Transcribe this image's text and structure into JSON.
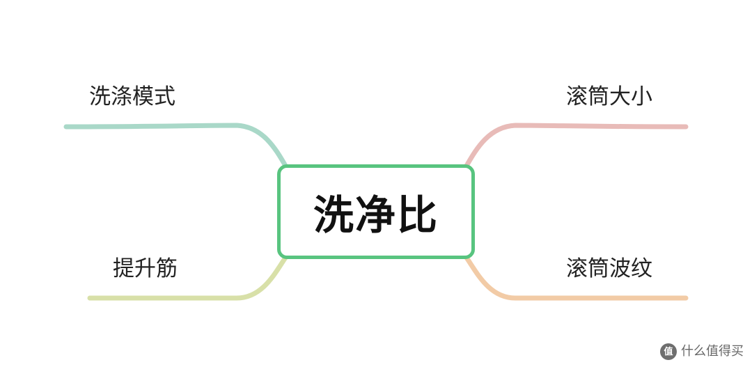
{
  "mindmap": {
    "center": {
      "label": "洗净比",
      "border_color": "#58c47f"
    },
    "branches": [
      {
        "id": "top-left",
        "label": "洗涤模式",
        "side": "left",
        "color": "#a9d8c8"
      },
      {
        "id": "bottom-left",
        "label": "提升筋",
        "side": "left",
        "color": "#d8e0a8"
      },
      {
        "id": "top-right",
        "label": "滚筒大小",
        "side": "right",
        "color": "#e8bbb8"
      },
      {
        "id": "bottom-right",
        "label": "滚筒波纹",
        "side": "right",
        "color": "#f2cba6"
      }
    ]
  },
  "watermark": {
    "logo_text": "值",
    "text": "什么值得买"
  }
}
